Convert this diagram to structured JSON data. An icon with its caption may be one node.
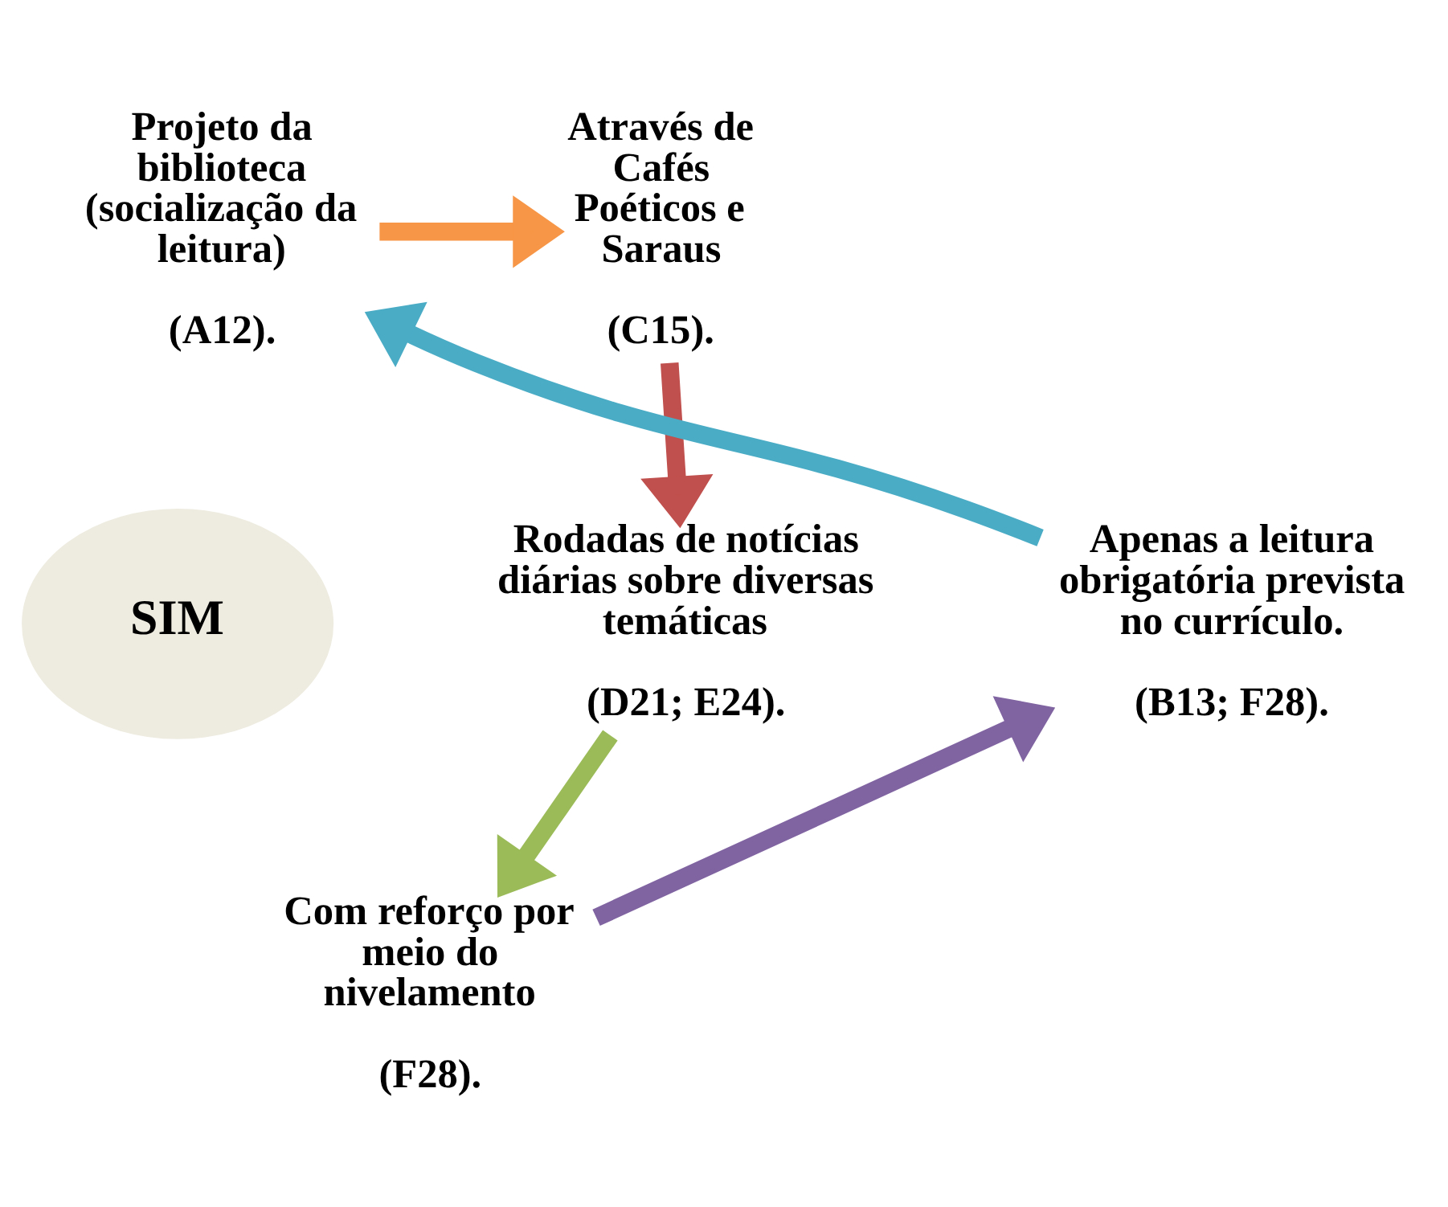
{
  "diagram": {
    "nodes": [
      {
        "text": [
          "SIM"
        ]
      },
      {
        "text": [
          "Projeto da biblioteca (socialização da leitura)",
          "(A12)."
        ]
      },
      {
        "text": [
          "Através de Cafés Poéticos e Saraus",
          "(C15)."
        ]
      },
      {
        "text": [
          "Rodadas de notícias diárias sobre diversas temáticas",
          "(D21; E24)."
        ]
      },
      {
        "text": [
          "Com reforço por meio do nivelamento",
          "(F28)."
        ]
      },
      {
        "text": [
          "Apenas a leitura obrigatória prevista no currículo.",
          "(B13; F28)."
        ]
      }
    ],
    "edges": [
      {
        "from": 1,
        "to": 2,
        "arrow": "to",
        "color": "#f79646"
      },
      {
        "from": 2,
        "to": 3,
        "arrow": "to",
        "color": "#c0504d"
      },
      {
        "from": 3,
        "to": 4,
        "arrow": "to",
        "color": "#9bbb59"
      },
      {
        "from": 4,
        "to": 5,
        "arrow": "to",
        "color": "#8064a2"
      },
      {
        "from": 5,
        "to": 1,
        "arrow": "to",
        "color": "#4bacc6"
      }
    ]
  }
}
